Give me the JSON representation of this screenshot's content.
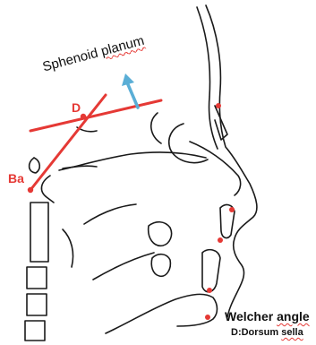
{
  "labels": {
    "planum_part1": "Sphenoid ",
    "planum_part2": "planum",
    "point_d": "D",
    "point_ba": "Ba",
    "caption_part1": "Welcher ",
    "caption_part2": "angle",
    "legend_part1": "D:Dorsum ",
    "legend_part2": "sella"
  },
  "colors": {
    "construction_lines": "#e53935",
    "landmarks": "#e53935",
    "arrow": "#5aaed6",
    "sketch": "#1a1a1a",
    "label_red": "#e53935"
  }
}
